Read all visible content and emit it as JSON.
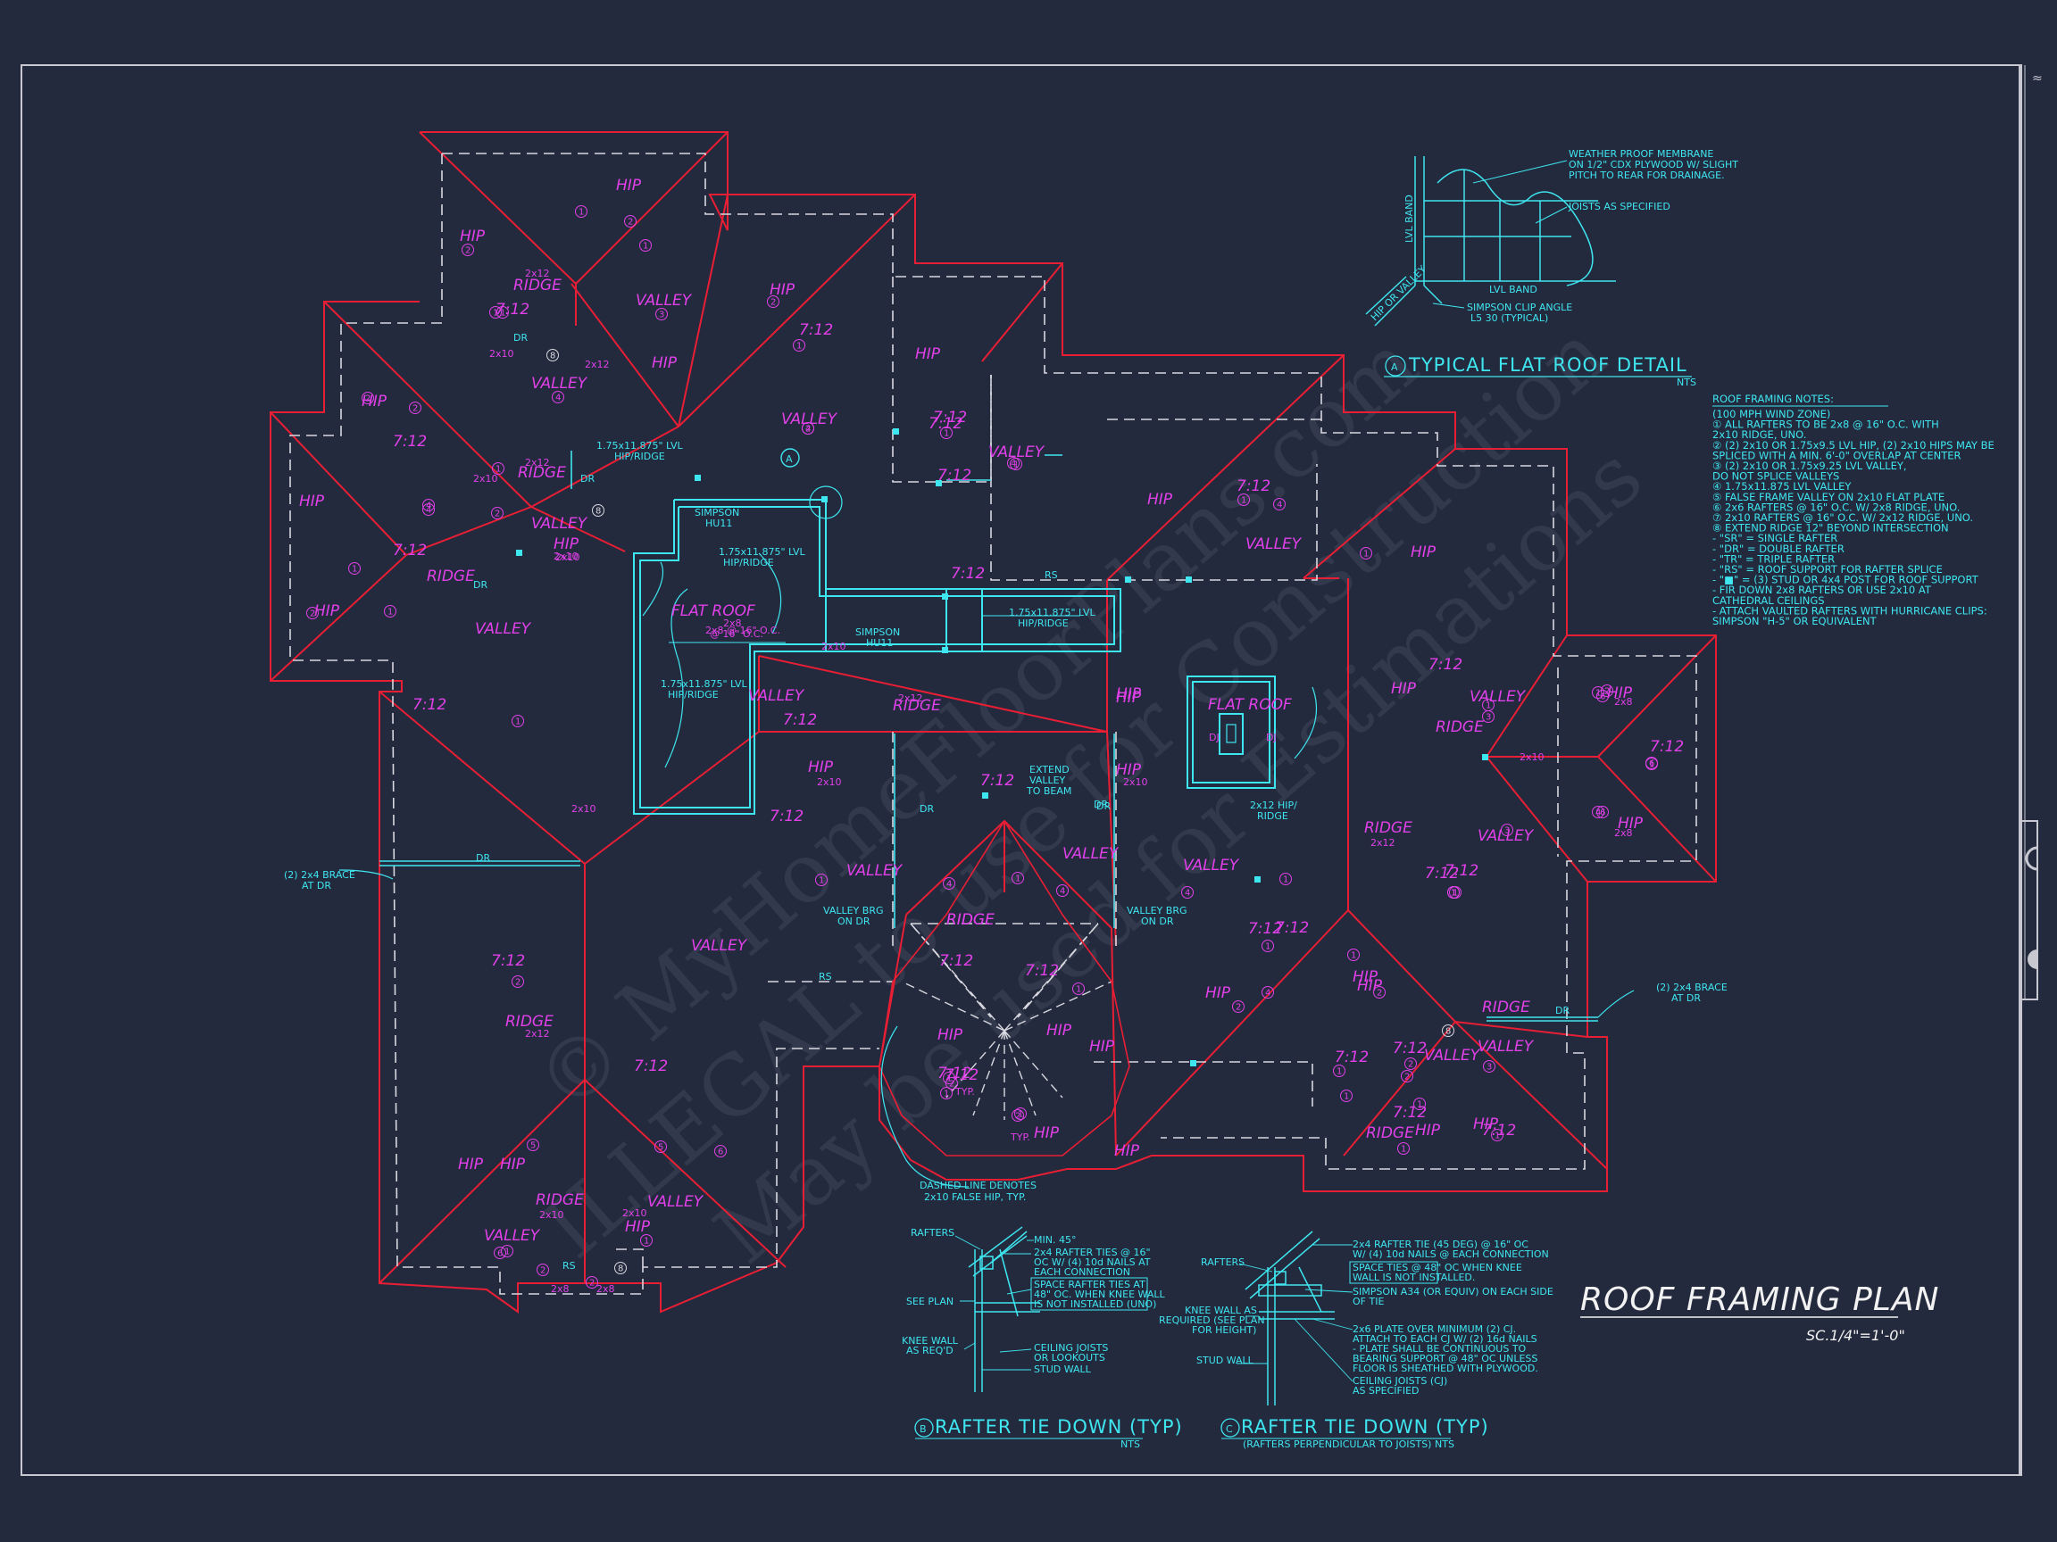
{
  "drawing": {
    "title": "ROOF FRAMING PLAN",
    "scale": "SC.1/4\"=1'-0\"",
    "corner_mark": "≈"
  },
  "watermark": {
    "line1": "© MyHomeFloorPlans.com",
    "line2": "ILLEGAL to use for Construction",
    "line3": "May be used for Estimations"
  },
  "details": {
    "a": {
      "marker": "A",
      "title": "TYPICAL FLAT ROOF DETAIL",
      "nts": "NTS",
      "notes": [
        "WEATHER PROOF MEMBRANE",
        "ON 1/2\" CDX PLYWOOD W/ SLIGHT",
        "PITCH TO REAR FOR DRAINAGE.",
        "JOISTS AS SPECIFIED",
        "LVL BAND",
        "LVL BAND",
        "HIP OR VALLEY",
        "SIMPSON CLIP ANGLE",
        "L5 30 (TYPICAL)"
      ]
    },
    "b": {
      "marker": "B",
      "title": "RAFTER TIE DOWN (TYP)",
      "nts": "NTS",
      "notes": [
        "RAFTERS",
        "MIN. 45°",
        "2x4 RAFTER TIES @ 16\"",
        "OC W/ (4) 10d NAILS AT",
        "EACH CONNECTION",
        "SPACE RAFTER TIES AT",
        "48\" OC. WHEN KNEE WALL",
        "IS NOT INSTALLED (UNO)",
        "SEE PLAN",
        "KNEE WALL",
        "AS REQ'D",
        "CEILING JOISTS",
        "OR LOOKOUTS",
        "STUD WALL"
      ]
    },
    "c": {
      "marker": "C",
      "title": "RAFTER TIE DOWN (TYP)",
      "subtitle": "(RAFTERS PERPENDICULAR TO JOISTS)",
      "nts": "NTS",
      "notes": [
        "RAFTERS",
        "2x4 RAFTER TIE (45 DEG) @ 16\" OC",
        "W/ (4) 10d NAILS @ EACH CONNECTION",
        "SPACE TIES @ 48\" OC WHEN KNEE",
        "WALL IS NOT INSTALLED.",
        "SIMPSON A34 (OR EQUIV) ON EACH SIDE",
        "OF TIE",
        "2x6 PLATE OVER MINIMUM (2) CJ.",
        "ATTACH TO EACH CJ W/ (2) 16d NAILS",
        "- PLATE SHALL BE CONTINUOUS TO",
        "BEARING SUPPORT @ 48\" OC UNLESS",
        "FLOOR IS SHEATHED WITH PLYWOOD.",
        "KNEE WALL AS",
        "REQUIRED (SEE PLAN",
        "FOR HEIGHT)",
        "STUD WALL",
        "CEILING JOISTS (CJ)",
        "AS SPECIFIED"
      ]
    }
  },
  "framing_notes": {
    "title": "ROOF FRAMING NOTES:",
    "lines": [
      "(100 MPH WIND ZONE)",
      "① ALL RAFTERS TO BE 2x8 @ 16\" O.C. WITH",
      "   2x10 RIDGE, UNO.",
      "② (2) 2x10 OR 1.75x9.5 LVL HIP, (2) 2x10 HIPS MAY BE",
      "   SPLICED WITH A MIN. 6'-0\" OVERLAP AT CENTER",
      "③ (2) 2x10 OR 1.75x9.25 LVL VALLEY,",
      "   DO NOT SPLICE VALLEYS",
      "④ 1.75x11.875 LVL VALLEY",
      "⑤ FALSE FRAME VALLEY ON 2x10 FLAT PLATE",
      "⑥ 2x6 RAFTERS @ 16\" O.C. W/ 2x8 RIDGE, UNO.",
      "⑦ 2x10 RAFTERS @ 16\" O.C. W/ 2x12 RIDGE, UNO.",
      "⑧ EXTEND RIDGE 12\" BEYOND INTERSECTION",
      "- \"SR\" = SINGLE RAFTER",
      "- \"DR\" = DOUBLE RAFTER",
      "- \"TR\" = TRIPLE RAFTER",
      "- \"RS\" = ROOF SUPPORT FOR RAFTER SPLICE",
      "- \"■\" = (3) STUD OR 4x4 POST FOR ROOF SUPPORT",
      "- FIR DOWN 2x8 RAFTERS OR USE 2x10 AT",
      "   CATHEDRAL CEILINGS",
      "- ATTACH VAULTED RAFTERS WITH HURRICANE CLIPS:",
      "   SIMPSON \"H-5\" OR EQUIVALENT"
    ]
  },
  "callouts": {
    "flat_roof_1": "FLAT ROOF",
    "flat_roof_1_sub1": "2x8",
    "flat_roof_1_sub2": "@ 16\" O.C.",
    "flat_roof_2": "FLAT ROOF",
    "dash_note1": "DASHED LINE DENOTES",
    "dash_note2": "2x10 FALSE HIP, TYP.",
    "brace_left1": "(2) 2x4 BRACE",
    "brace_left2": "AT DR",
    "brace_right1": "(2) 2x4 BRACE",
    "brace_right2": "AT DR",
    "extend_valley1": "EXTEND",
    "extend_valley2": "VALLEY",
    "extend_valley3": "TO BEAM",
    "valley_brg_l1": "VALLEY BRG",
    "valley_brg_l2": "ON DR",
    "valley_brg_r1": "VALLEY BRG",
    "valley_brg_r2": "ON DR",
    "lvl_1a": "1.75x11.875\" LVL",
    "lvl_1b": "HIP/RIDGE",
    "lvl_2a": "1.75x11.875\" LVL",
    "lvl_2b": "HIP/RIDGE",
    "lvl_3a": "1.75x11.875\" LVL",
    "lvl_3b": "HIP/RIDGE",
    "lvl_4a": "1.75x11.875\" LVL",
    "lvl_4b": "HIP/RIDGE",
    "simpson_1a": "SIMPSON",
    "simpson_1b": "HU11",
    "simpson_2a": "SIMPSON",
    "simpson_2b": "HU11",
    "hip_ridge_1": "2x12 HIP/",
    "hip_ridge_2": "RIDGE",
    "detail_ref": "A"
  },
  "labels": [
    {
      "t": "HIP"
    },
    {
      "t": "HIP"
    },
    {
      "t": "RIDGE"
    },
    {
      "t": "VALLEY"
    },
    {
      "t": "HIP"
    },
    {
      "t": "7:12"
    },
    {
      "t": "7:12"
    },
    {
      "t": "HIP"
    },
    {
      "t": "VALLEY"
    },
    {
      "t": "HIP"
    },
    {
      "t": "7:12"
    },
    {
      "t": "RIDGE"
    },
    {
      "t": "VALLEY"
    },
    {
      "t": "HIP"
    },
    {
      "t": "7:12"
    },
    {
      "t": "HIP"
    },
    {
      "t": "RIDGE"
    },
    {
      "t": "VALLEY"
    },
    {
      "t": "HIP"
    },
    {
      "t": "7:12"
    },
    {
      "t": "VALLEY"
    },
    {
      "t": "7:12"
    },
    {
      "t": "7:12"
    },
    {
      "t": "HIP"
    },
    {
      "t": "7:12"
    },
    {
      "t": "VALLEY"
    },
    {
      "t": "HIP"
    },
    {
      "t": "7:12"
    },
    {
      "t": "VALLEY"
    },
    {
      "t": "7:12"
    },
    {
      "t": "HIP"
    },
    {
      "t": "7:12"
    },
    {
      "t": "HIP"
    },
    {
      "t": "RIDGE"
    },
    {
      "t": "7:12"
    },
    {
      "t": "HIP"
    },
    {
      "t": "HIP"
    },
    {
      "t": "7:12"
    },
    {
      "t": "VALLEY"
    },
    {
      "t": "VALLEY"
    },
    {
      "t": "RIDGE"
    },
    {
      "t": "7:12"
    },
    {
      "t": "7:12"
    },
    {
      "t": "VALLEY"
    },
    {
      "t": "HIP"
    },
    {
      "t": "HIP"
    },
    {
      "t": "RIDGE"
    },
    {
      "t": "7:12"
    },
    {
      "t": "HIP"
    },
    {
      "t": "VALLEY"
    },
    {
      "t": "7:12"
    },
    {
      "t": "RIDGE"
    },
    {
      "t": "7:12"
    },
    {
      "t": "VALLEY"
    },
    {
      "t": "7:12"
    },
    {
      "t": "VALLEY"
    },
    {
      "t": "RIDGE"
    },
    {
      "t": "7:12"
    },
    {
      "t": "HIP"
    },
    {
      "t": "VALLEY"
    },
    {
      "t": "RIDGE"
    },
    {
      "t": "HIP"
    },
    {
      "t": "HIP"
    },
    {
      "t": "7:12"
    },
    {
      "t": "7:12"
    },
    {
      "t": "HIP"
    },
    {
      "t": "HIP"
    },
    {
      "t": "RIDGE"
    },
    {
      "t": "VALLEY"
    },
    {
      "t": "VALLEY"
    },
    {
      "t": "HIP"
    },
    {
      "t": "HIP"
    },
    {
      "t": "7:12"
    },
    {
      "t": "HIP"
    },
    {
      "t": "HIP"
    },
    {
      "t": "RIDGE"
    },
    {
      "t": "7:12"
    },
    {
      "t": "7:12"
    },
    {
      "t": "7:12"
    },
    {
      "t": "HIP"
    },
    {
      "t": "RIDGE"
    },
    {
      "t": "VALLEY"
    },
    {
      "t": "HIP"
    },
    {
      "t": "HIP"
    },
    {
      "t": "7:12"
    },
    {
      "t": "HIP"
    },
    {
      "t": "7:12"
    },
    {
      "t": "7:12"
    },
    {
      "t": "VALLEY"
    },
    {
      "t": "HIP"
    }
  ],
  "small_labels": [
    {
      "t": "2x12"
    },
    {
      "t": "DR"
    },
    {
      "t": "2x12"
    },
    {
      "t": "2x12"
    },
    {
      "t": "DR"
    },
    {
      "t": "2x10"
    },
    {
      "t": "DR"
    },
    {
      "t": "2x10"
    },
    {
      "t": "2x10"
    },
    {
      "t": "2x10"
    },
    {
      "t": "2x10"
    },
    {
      "t": "DR"
    },
    {
      "t": "DR"
    },
    {
      "t": "DR"
    },
    {
      "t": "2x10"
    },
    {
      "t": "2x10"
    },
    {
      "t": "RS"
    },
    {
      "t": "2x12"
    },
    {
      "t": "2x12"
    },
    {
      "t": "DR"
    },
    {
      "t": "2x10"
    },
    {
      "t": "RS"
    },
    {
      "t": "2x8"
    },
    {
      "t": "2x8"
    },
    {
      "t": "2x8"
    },
    {
      "t": "2x8"
    },
    {
      "t": "2x10"
    },
    {
      "t": "2x12"
    },
    {
      "t": "TYP."
    },
    {
      "t": "TYP."
    },
    {
      "t": "RS"
    },
    {
      "t": "2x10"
    },
    {
      "t": "2x10"
    },
    {
      "t": "DJ"
    },
    {
      "t": "DJ"
    },
    {
      "t": "2x8 @ 16\" O.C."
    },
    {
      "t": "DR"
    }
  ],
  "numbers": [
    "1",
    "2",
    "2",
    "1",
    "3",
    "1",
    "2",
    "1",
    "8",
    "2",
    "4",
    "2",
    "4",
    "1",
    "1",
    "2",
    "1",
    "4",
    "1",
    "8",
    "4",
    "1",
    "1",
    "2",
    "4",
    "2",
    "1",
    "4",
    "1",
    "1",
    "1",
    "1",
    "4",
    "1",
    "6",
    "6",
    "1",
    "6",
    "2",
    "3",
    "3",
    "1",
    "1",
    "1",
    "1",
    "2",
    "2",
    "2",
    "3",
    "4",
    "4",
    "4",
    "1",
    "1",
    "1",
    "1",
    "1",
    "1",
    "2",
    "2",
    "2",
    "5",
    "5",
    "6",
    "6",
    "1",
    "1",
    "2",
    "2",
    "8",
    "1",
    "8",
    "1",
    "1",
    "1",
    "1",
    "4",
    "1",
    "2"
  ]
}
